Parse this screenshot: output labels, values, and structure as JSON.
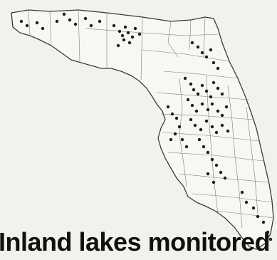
{
  "map": {
    "subject": "Florida counties",
    "marker_color": "#1c1c1c",
    "outline_color": "#3a3a3a",
    "county_line_color": "#7a7a7a",
    "background_color": "#f1f1ee",
    "marker_shape": "filled-dot"
  },
  "caption": {
    "text": "Inland lakes monitored"
  }
}
